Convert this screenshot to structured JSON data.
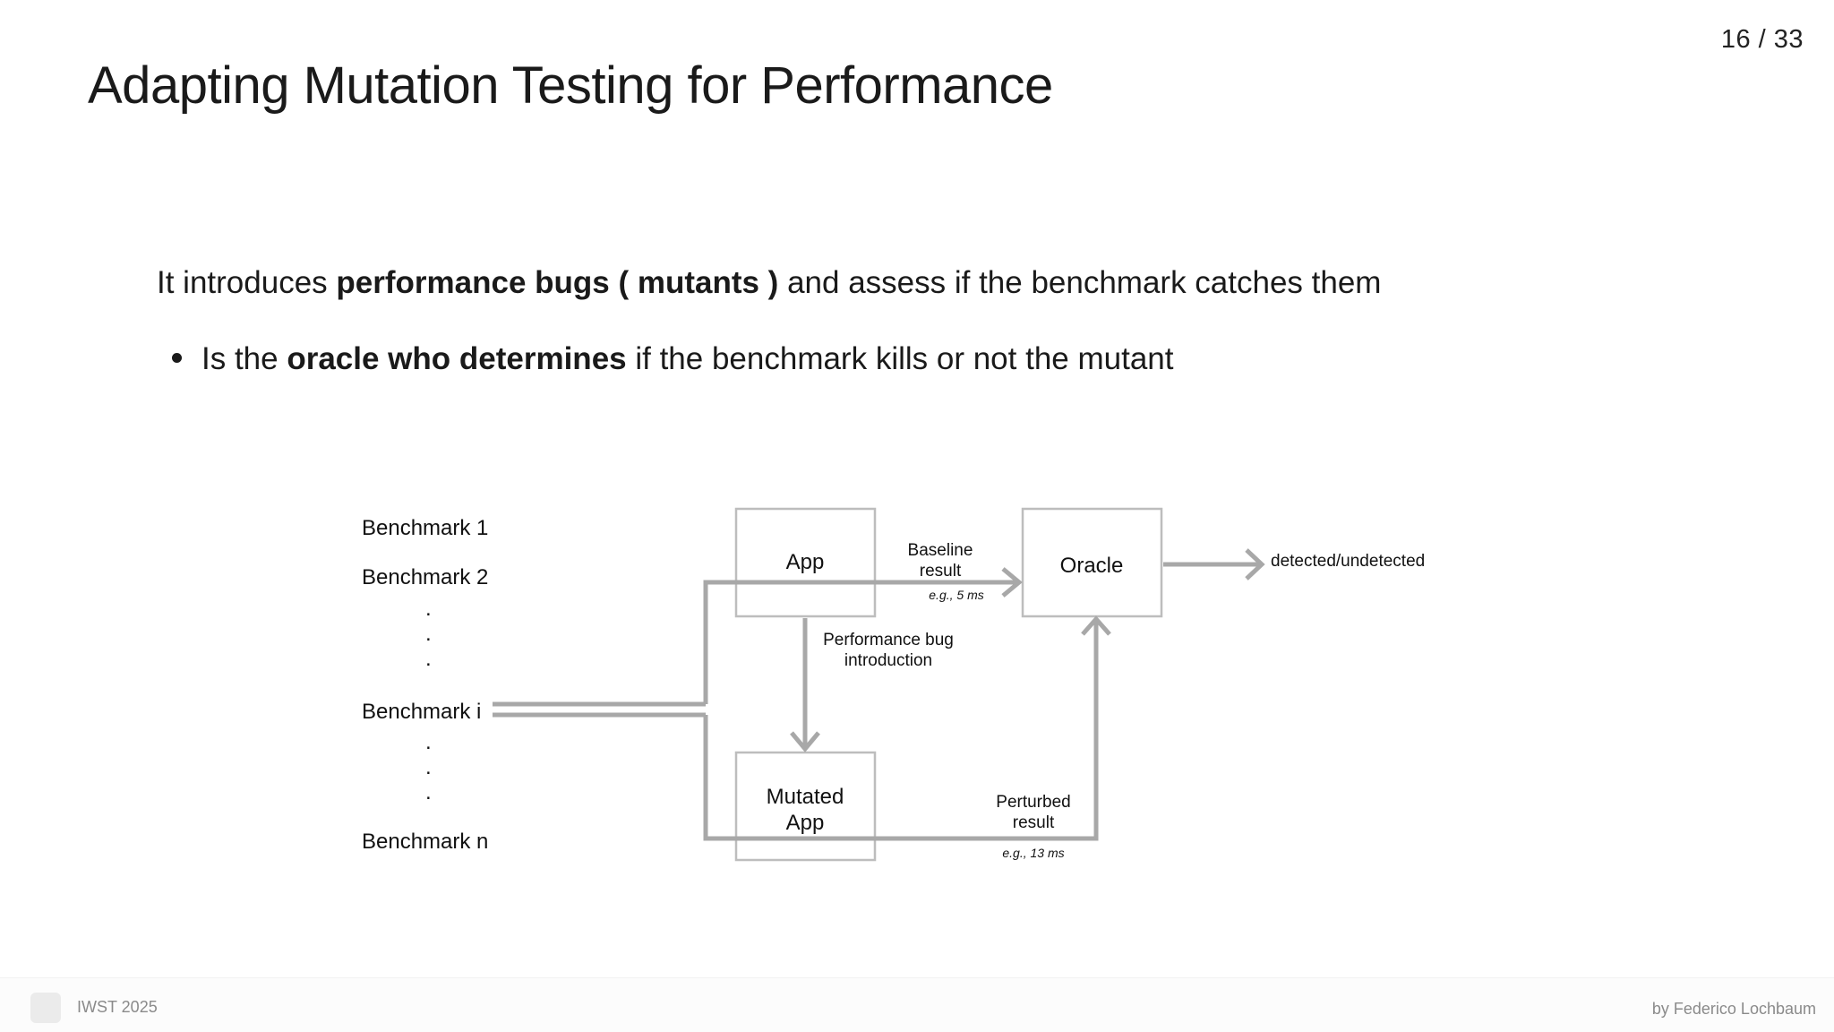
{
  "page": {
    "counter": "16 / 33"
  },
  "title": "Adapting Mutation Testing for Performance",
  "intro": {
    "pre": "It introduces ",
    "bold": "performance bugs ( mutants )",
    "post": " and assess if the benchmark catches them"
  },
  "bullet": {
    "pre": "Is the ",
    "bold": "oracle who determines",
    "post": " if the benchmark kills or not the mutant"
  },
  "diagram": {
    "benchmarks": [
      "Benchmark 1",
      "Benchmark 2",
      "Benchmark i",
      "Benchmark n"
    ],
    "ellipsis_dot": ".",
    "app_label": "App",
    "mutated_app_line1": "Mutated",
    "mutated_app_line2": "App",
    "oracle_label": "Oracle",
    "baseline_line1": "Baseline",
    "baseline_line2": "result",
    "baseline_example": "e.g., 5 ms",
    "perf_bug_line1": "Performance bug",
    "perf_bug_line2": "introduction",
    "perturbed_line1": "Perturbed",
    "perturbed_line2": "result",
    "perturbed_example": "e.g., 13 ms",
    "output_label": "detected/undetected",
    "line_color": "#a8a8a8",
    "box_border_color": "#bdbdbd"
  },
  "footer": {
    "left": "IWST 2025",
    "right": "by Federico Lochbaum"
  }
}
